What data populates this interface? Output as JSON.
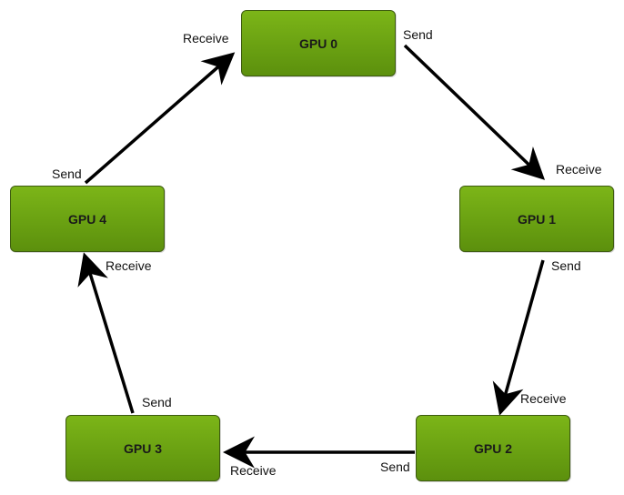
{
  "diagram": {
    "nodes": [
      {
        "id": "gpu0",
        "label": "GPU 0"
      },
      {
        "id": "gpu1",
        "label": "GPU 1"
      },
      {
        "id": "gpu2",
        "label": "GPU 2"
      },
      {
        "id": "gpu3",
        "label": "GPU 3"
      },
      {
        "id": "gpu4",
        "label": "GPU 4"
      }
    ],
    "edges": [
      {
        "from": "gpu0",
        "to": "gpu1",
        "send_label": "Send",
        "receive_label": "Receive"
      },
      {
        "from": "gpu1",
        "to": "gpu2",
        "send_label": "Send",
        "receive_label": "Receive"
      },
      {
        "from": "gpu2",
        "to": "gpu3",
        "send_label": "Send",
        "receive_label": "Receive"
      },
      {
        "from": "gpu3",
        "to": "gpu4",
        "send_label": "Send",
        "receive_label": "Receive"
      },
      {
        "from": "gpu4",
        "to": "gpu0",
        "send_label": "Send",
        "receive_label": "Receive"
      }
    ]
  },
  "colors": {
    "node_fill": "#6aa112",
    "node_border": "#3d5a10",
    "arrow": "#000000",
    "background": "#ffffff"
  }
}
